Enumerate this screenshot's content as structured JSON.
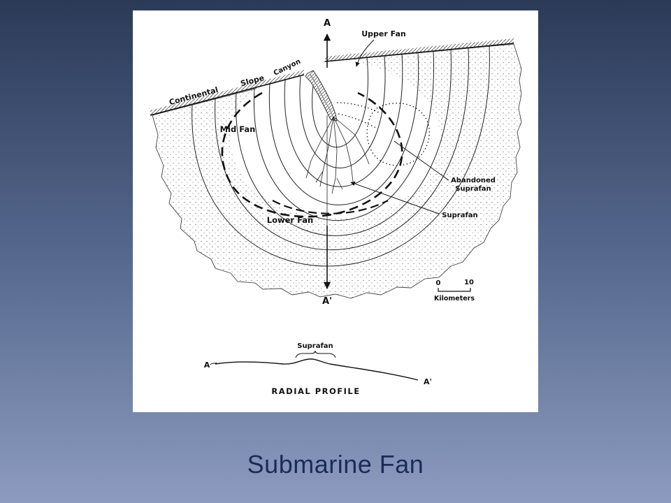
{
  "colors": {
    "background_top": "#2b3a57",
    "background_bottom": "#8c9bbf",
    "panel": "#ffffff",
    "ink": "#111111",
    "caption_color": "#1c2b55"
  },
  "caption": "Submarine Fan",
  "figure": {
    "marker_top": "A",
    "marker_bottom": "A'",
    "labels": {
      "upper_fan": "Upper Fan",
      "canyon": "Canyon",
      "continental": "Continental",
      "slope_word": "Slope",
      "mid_fan": "Mid Fan",
      "lower_fan": "Lower Fan",
      "abandoned_line1": "Abandoned",
      "abandoned_line2": "Suprafan",
      "suprafan": "Suprafan"
    },
    "scale": {
      "zero": "0",
      "ten": "10",
      "units": "Kilometers"
    },
    "profile": {
      "left": "A",
      "right": "A'",
      "suprafan": "Suprafan",
      "title": "RADIAL PROFILE"
    }
  }
}
